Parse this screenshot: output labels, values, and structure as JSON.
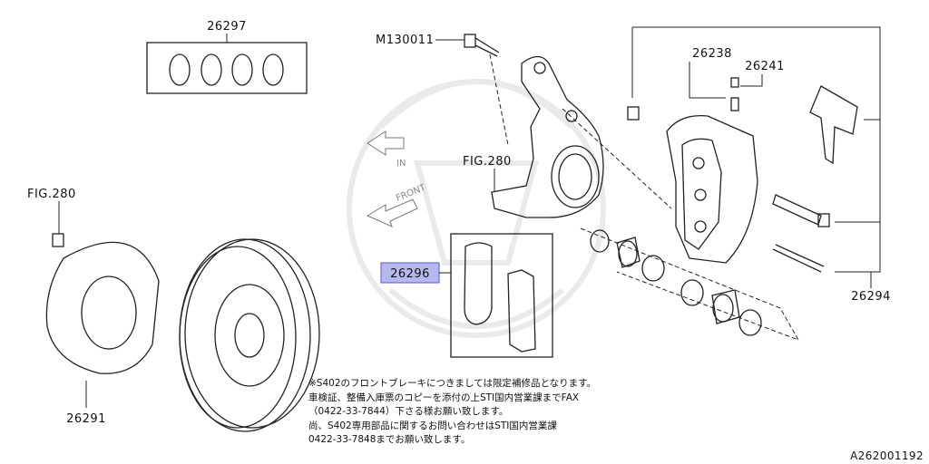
{
  "labels": {
    "seal_kit": "26297",
    "bolt": "M130011",
    "caliper_body": "26238",
    "bleeder": "26241",
    "knuckle_ref": "FIG.280",
    "shield_ref": "FIG.280",
    "pad": "26296",
    "caliper_assembly": "26294",
    "back_plate": "26291"
  },
  "directions": {
    "in": "IN",
    "front": "FRONT"
  },
  "note_lines": [
    "※S402のフロントブレーキにつきましては限定補修品となります。",
    "車検証、整備入庫票のコピーを添付の上STI国内営業課までFAX",
    "（0422-33-7844）下さる様お願い致します。",
    "尚、S402専用部品に関するお問い合わせはSTI国内営業課",
    "0422-33-7848までお願い致します。"
  ],
  "diagram_ref": "A262001192",
  "highlight_color": "#b7b7ef"
}
